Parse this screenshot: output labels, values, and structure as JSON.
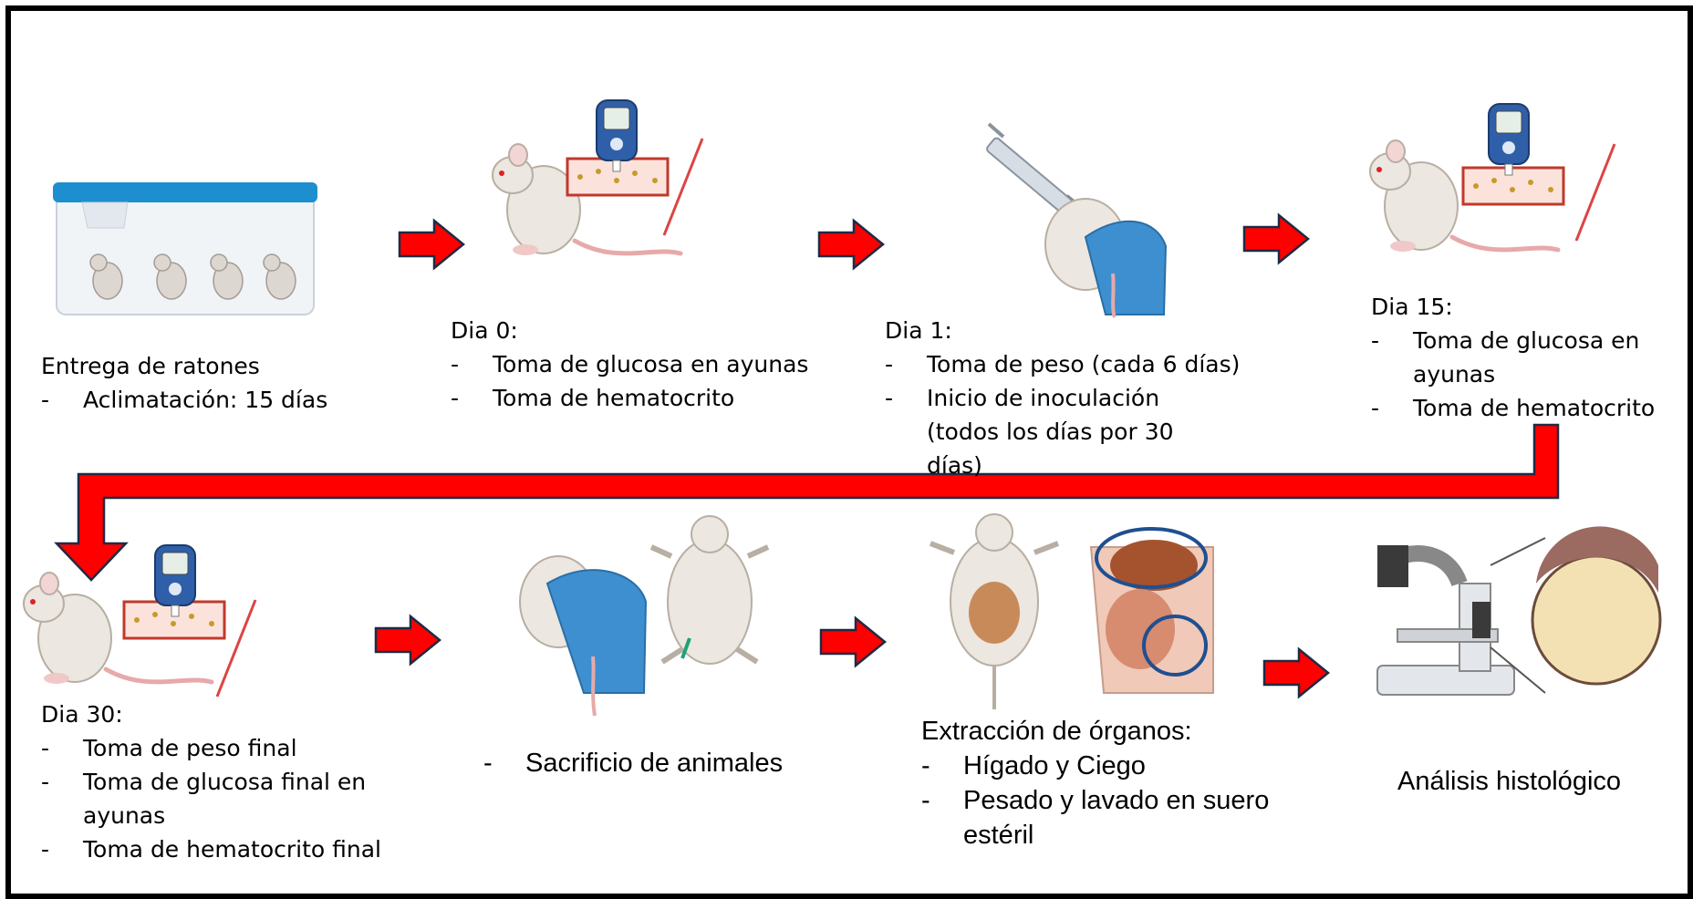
{
  "colors": {
    "arrow_fill": "#ff0000",
    "arrow_stroke": "#1f2a44",
    "glove": "#3d8fd0",
    "mouse": "#ece7e0"
  },
  "steps": [
    {
      "id": "reception",
      "title": "Entrega de ratones",
      "items": [
        "Aclimatación: 15 días"
      ]
    },
    {
      "id": "day0",
      "title": "Dia 0:",
      "items": [
        "Toma de glucosa en ayunas",
        "Toma de hematocrito"
      ]
    },
    {
      "id": "day1",
      "title": "Dia 1:",
      "items": [
        "Toma de peso (cada 6 días)",
        "Inicio de inoculación (todos los días por 30 días)"
      ]
    },
    {
      "id": "day15",
      "title": "Dia 15:",
      "items": [
        "Toma de glucosa en ayunas",
        "Toma de hematocrito"
      ]
    },
    {
      "id": "day30",
      "title": "Dia 30:",
      "items": [
        "Toma de peso final",
        "Toma de glucosa final en ayunas",
        "Toma de hematocrito final"
      ]
    },
    {
      "id": "sacrifice",
      "items": [
        "Sacrificio de animales"
      ]
    },
    {
      "id": "organs",
      "title": "Extracción de órganos:",
      "items": [
        "Hígado y Ciego",
        "Pesado y lavado en suero estéril"
      ]
    },
    {
      "id": "histology",
      "title": "Análisis histológico"
    }
  ],
  "icons": {
    "cage": "mouse-cage-icon",
    "glucometer": "glucometer-icon",
    "syringe": "syringe-icon",
    "microscope": "microscope-icon"
  }
}
